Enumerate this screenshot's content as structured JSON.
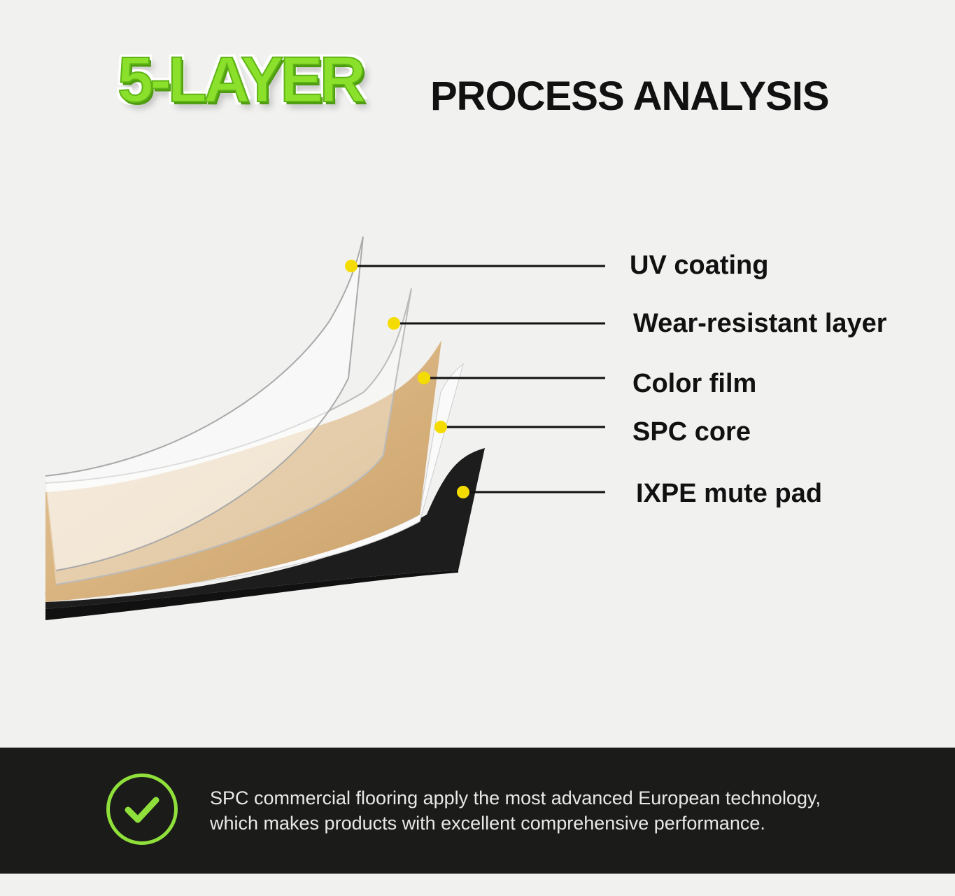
{
  "header": {
    "title_highlight": "5-LAYER",
    "title_rest": "PROCESS ANALYSIS"
  },
  "layers": [
    {
      "label": "UV coating"
    },
    {
      "label": "Wear-resistant layer"
    },
    {
      "label": "Color film"
    },
    {
      "label": "SPC core"
    },
    {
      "label": "IXPE mute pad"
    }
  ],
  "colors": {
    "accent_green": "#8fe03a",
    "dot_yellow": "#f5dc00",
    "band": "#1b1b19"
  },
  "footer": {
    "icon": "check-circle-icon",
    "line1": "SPC commercial flooring apply the most advanced European technology,",
    "line2": "which makes products with excellent comprehensive performance."
  }
}
